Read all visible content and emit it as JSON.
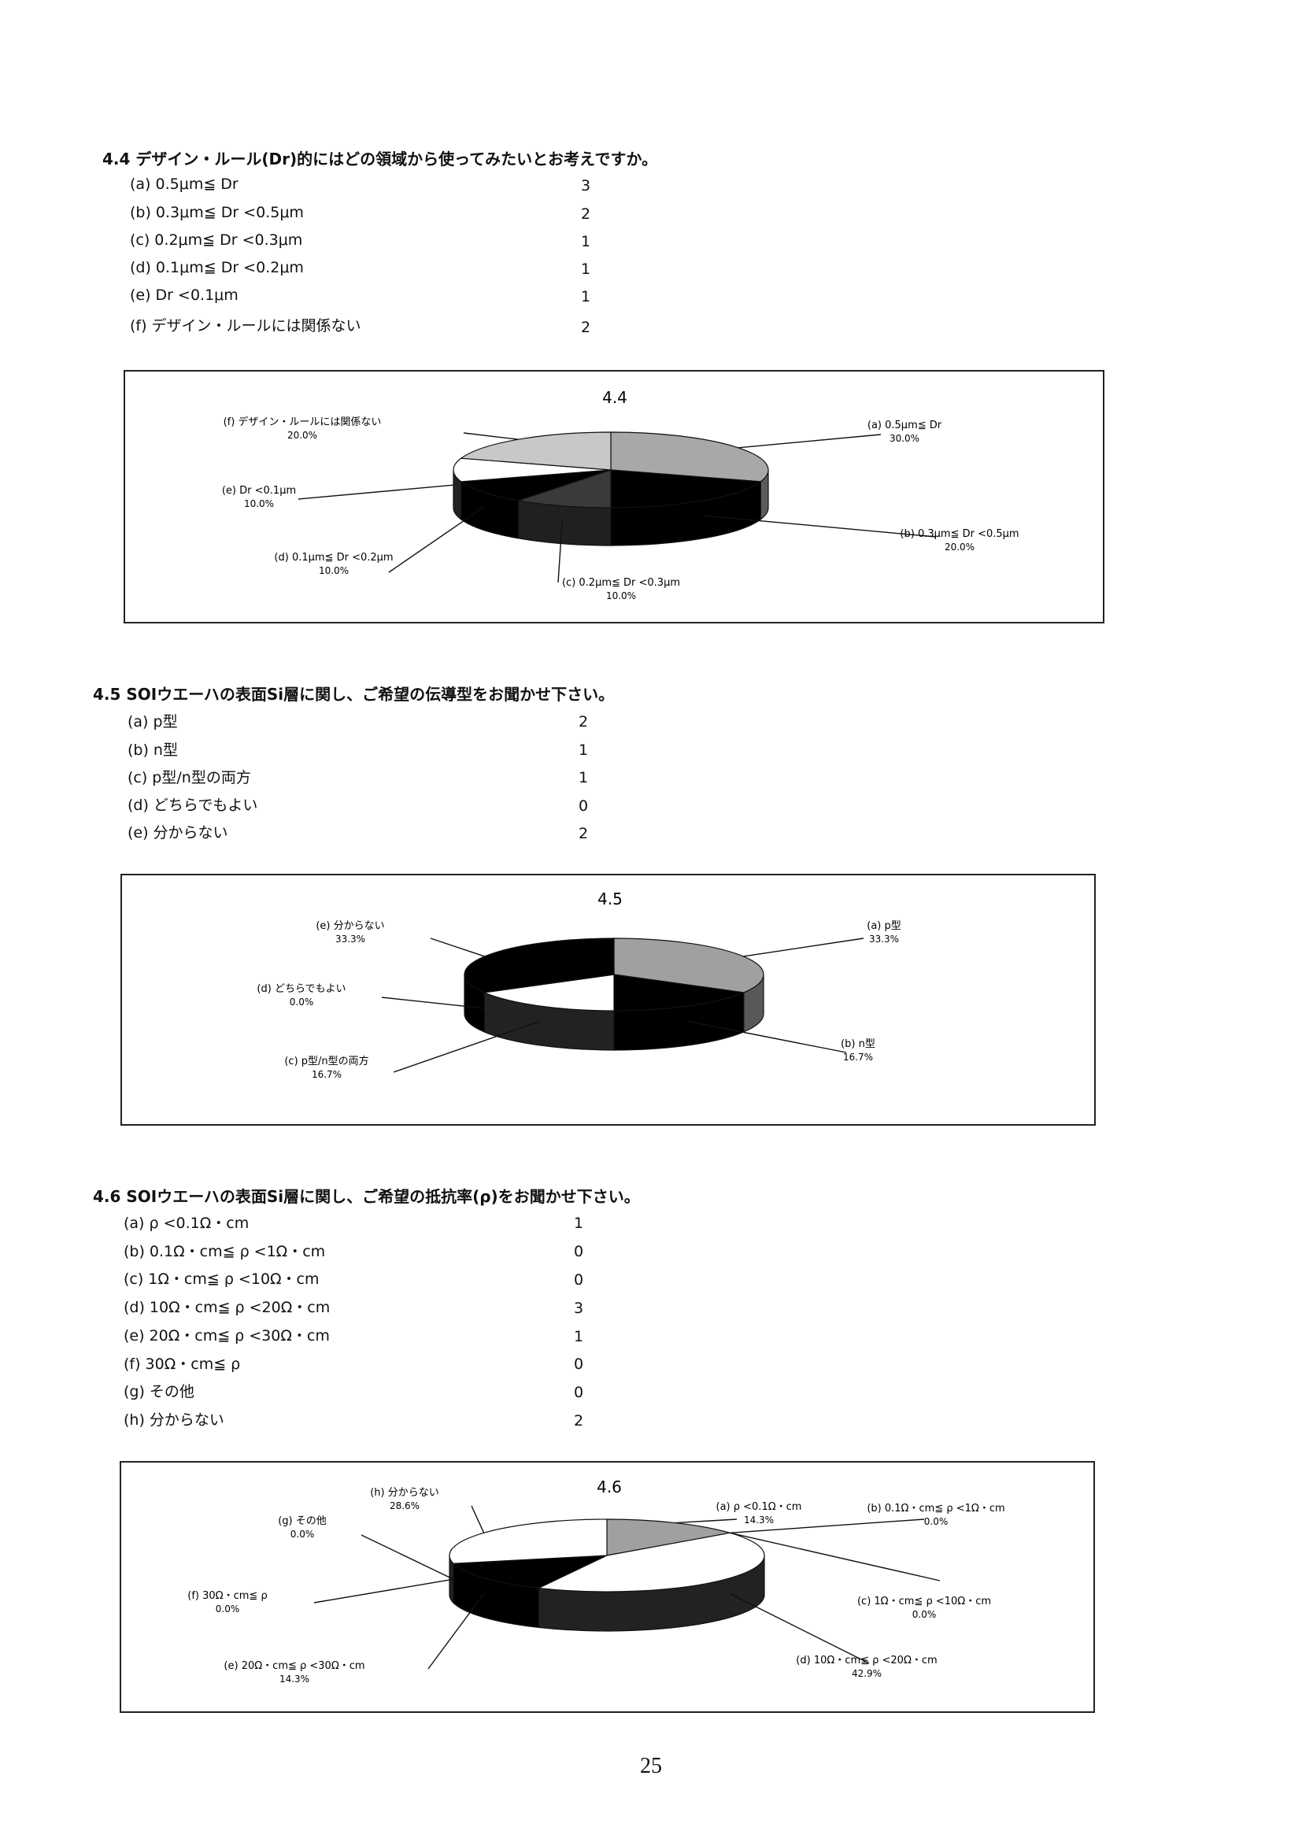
{
  "page_number": "25",
  "sections": [
    {
      "title": "4.4 デザイン・ルール(Dr)的にはどの領域から使ってみたいとお考えですか。",
      "options": [
        {
          "label": "(a) 0.5μm≦ Dr",
          "count": "3"
        },
        {
          "label": "(b) 0.3μm≦ Dr <0.5μm",
          "count": "2"
        },
        {
          "label": "(c) 0.2μm≦ Dr <0.3μm",
          "count": "1"
        },
        {
          "label": "(d) 0.1μm≦ Dr <0.2μm",
          "count": "1"
        },
        {
          "label": "(e) Dr <0.1μm",
          "count": "1"
        },
        {
          "label": "(f) デザイン・ルールには関係ない",
          "count": "2"
        }
      ]
    },
    {
      "title": "4.5 SOIウエーハの表面Si層に関し、ご希望の伝導型をお聞かせ下さい。",
      "options": [
        {
          "label": "(a) p型",
          "count": "2"
        },
        {
          "label": "(b) n型",
          "count": "1"
        },
        {
          "label": "(c) p型/n型の両方",
          "count": "1"
        },
        {
          "label": "(d) どちらでもよい",
          "count": "0"
        },
        {
          "label": "(e) 分からない",
          "count": "2"
        }
      ]
    },
    {
      "title": "4.6 SOIウエーハの表面Si層に関し、ご希望の抵抗率(ρ)をお聞かせ下さい。",
      "options": [
        {
          "label": "(a) ρ <0.1Ω・cm",
          "count": "1"
        },
        {
          "label": "(b) 0.1Ω・cm≦ ρ <1Ω・cm",
          "count": "0"
        },
        {
          "label": "(c) 1Ω・cm≦ ρ <10Ω・cm",
          "count": "0"
        },
        {
          "label": "(d) 10Ω・cm≦ ρ <20Ω・cm",
          "count": "3"
        },
        {
          "label": "(e) 20Ω・cm≦ ρ <30Ω・cm",
          "count": "1"
        },
        {
          "label": "(f) 30Ω・cm≦ ρ",
          "count": "0"
        },
        {
          "label": "(g) その他",
          "count": "0"
        },
        {
          "label": "(h) 分からない",
          "count": "2"
        }
      ]
    }
  ],
  "chart_data": [
    {
      "type": "pie",
      "title": "4.4",
      "categories": [
        "(a) 0.5μm≦ Dr",
        "(b) 0.3μm≦ Dr <0.5μm",
        "(c) 0.2μm≦ Dr <0.3μm",
        "(d) 0.1μm≦ Dr <0.2μm",
        "(e) Dr <0.1μm",
        "(f) デザイン・ルールには関係ない"
      ],
      "values": [
        30.0,
        20.0,
        10.0,
        10.0,
        10.0,
        20.0
      ],
      "value_labels": [
        "30.0%",
        "20.0%",
        "10.0%",
        "10.0%",
        "10.0%",
        "20.0%"
      ],
      "fills": [
        "#a8a8a8",
        "#000000",
        "#3a3a3a",
        "#000000",
        "#ffffff",
        "#c8c8c8"
      ]
    },
    {
      "type": "pie",
      "title": "4.5",
      "categories": [
        "(a) p型",
        "(b) n型",
        "(c) p型/n型の両方",
        "(d) どちらでもよい",
        "(e) 分からない"
      ],
      "values": [
        33.3,
        16.7,
        16.7,
        0.0,
        33.3
      ],
      "value_labels": [
        "33.3%",
        "16.7%",
        "16.7%",
        "0.0%",
        "33.3%"
      ],
      "fills": [
        "#a0a0a0",
        "#000000",
        "#ffffff",
        "#5a5a5a",
        "#000000"
      ]
    },
    {
      "type": "pie",
      "title": "4.6",
      "categories": [
        "(a) ρ <0.1Ω・cm",
        "(b) 0.1Ω・cm≦ ρ <1Ω・cm",
        "(c) 1Ω・cm≦ ρ <10Ω・cm",
        "(d) 10Ω・cm≦ ρ <20Ω・cm",
        "(e) 20Ω・cm≦ ρ <30Ω・cm",
        "(f) 30Ω・cm≦ ρ",
        "(g) その他",
        "(h) 分からない"
      ],
      "values": [
        14.3,
        0.0,
        0.0,
        42.9,
        14.3,
        0.0,
        0.0,
        28.6
      ],
      "value_labels": [
        "14.3%",
        "0.0%",
        "0.0%",
        "42.9%",
        "14.3%",
        "0.0%",
        "0.0%",
        "28.6%"
      ],
      "fills": [
        "#a0a0a0",
        "#ffffff",
        "#ffffff",
        "#ffffff",
        "#000000",
        "#555555",
        "#ffffff",
        "#ffffff"
      ]
    }
  ]
}
